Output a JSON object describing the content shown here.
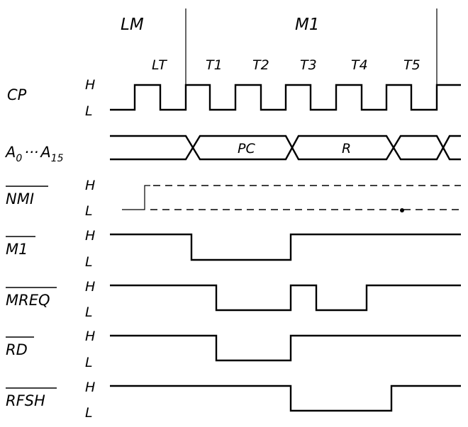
{
  "diagram": {
    "type": "timing-diagram",
    "machine_cycles": [
      "LM",
      "M1"
    ],
    "t_states": [
      "LT",
      "T1",
      "T2",
      "T3",
      "T4",
      "T5"
    ],
    "levels": {
      "high": "H",
      "low": "L"
    },
    "signals": {
      "cp": {
        "name": "CP"
      },
      "addr": {
        "name": "A",
        "sub_start": "0",
        "sep": "···",
        "sub_end": "15",
        "segments": [
          "PC",
          "R"
        ]
      },
      "nmi": {
        "name": "NMI",
        "active_low": true
      },
      "m1": {
        "name": "M1",
        "active_low": true
      },
      "mreq": {
        "name": "MREQ",
        "active_low": true
      },
      "rd": {
        "name": "RD",
        "active_low": true
      },
      "rfsh": {
        "name": "RFSH",
        "active_low": true
      }
    }
  }
}
